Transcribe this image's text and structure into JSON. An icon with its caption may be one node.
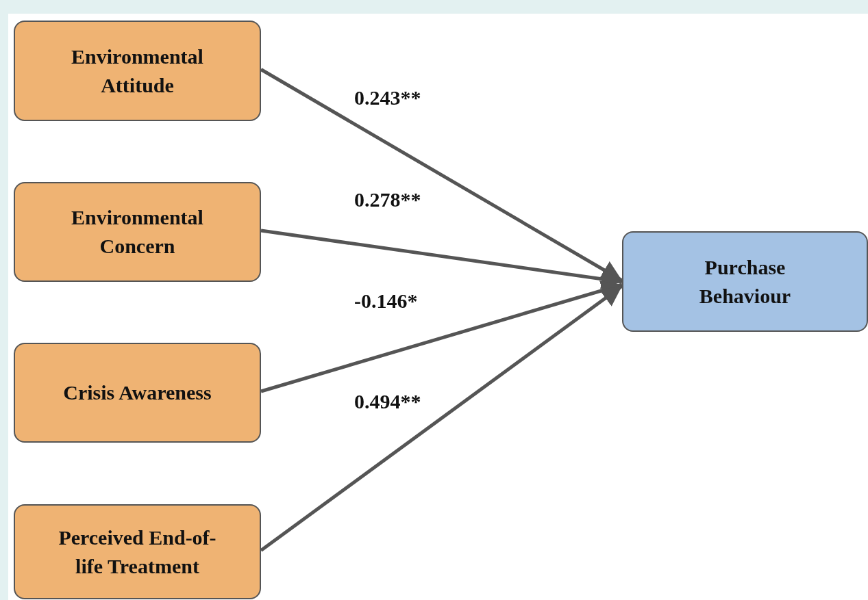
{
  "diagram": {
    "nodes": [
      {
        "text": [
          "Environmental Attitude"
        ]
      },
      {
        "text": [
          "Environmental Concern"
        ]
      },
      {
        "text": [
          "Crisis Awareness"
        ]
      },
      {
        "text": [
          "Perceived End-of-life Treatment"
        ]
      },
      {
        "text": [
          "Purchase Behaviour"
        ]
      }
    ],
    "edges": [
      {
        "from": 0,
        "to": 4,
        "arrow": "to",
        "label": "0.243**"
      },
      {
        "from": 1,
        "to": 4,
        "arrow": "to",
        "label": "0.278**"
      },
      {
        "from": 2,
        "to": 4,
        "arrow": "to",
        "label": "-0.146*"
      },
      {
        "from": 3,
        "to": 4,
        "arrow": "to",
        "label": "0.494**"
      }
    ]
  }
}
